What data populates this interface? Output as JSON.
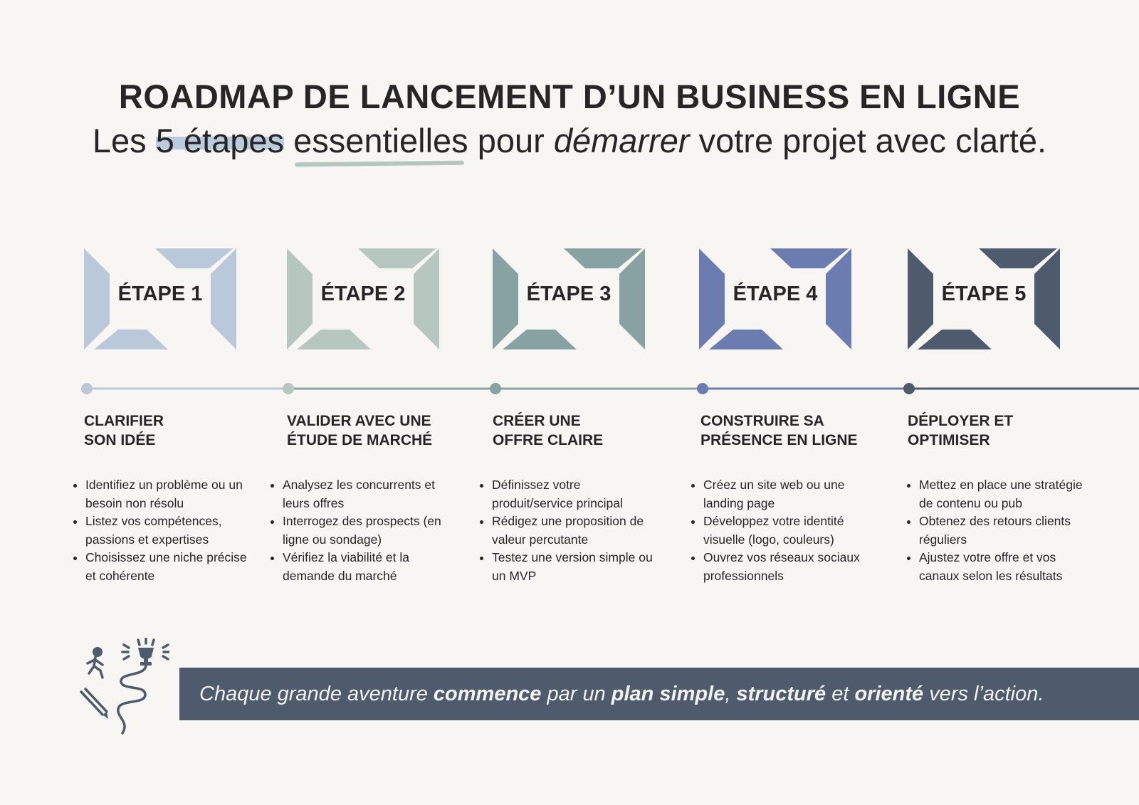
{
  "header": {
    "title": "ROADMAP DE LANCEMENT D’UN BUSINESS EN LIGNE",
    "subtitle_parts": [
      "Les ",
      "5 étapes",
      " ",
      "essentielles",
      " pour ",
      "démarrer",
      " votre projet avec clarté."
    ]
  },
  "colors": {
    "step1": "#b9c9d9",
    "step2": "#b5c7bf",
    "step3": "#88a2a2",
    "step4": "#6b7db0",
    "step5": "#4e5b6d",
    "banner": "#4d5b6d",
    "background": "#f7f6f2"
  },
  "steps": [
    {
      "badge": "ÉTAPE 1",
      "title": "CLARIFIER\nSON IDÉE",
      "bullets": [
        "Identifiez un problème ou un besoin non résolu",
        "Listez vos compétences, passions et expertises",
        "Choisissez une niche précise et cohérente"
      ]
    },
    {
      "badge": "ÉTAPE 2",
      "title": "VALIDER AVEC UNE\nÉTUDE DE MARCHÉ",
      "bullets": [
        "Analysez les concurrents et leurs offres",
        "Interrogez des prospects (en ligne ou sondage)",
        "Vérifiez la viabilité et la demande du marché"
      ]
    },
    {
      "badge": "ÉTAPE 3",
      "title": "CRÉER UNE\nOFFRE CLAIRE",
      "bullets": [
        "Définissez votre produit/service principal",
        "Rédigez une proposition de valeur percutante",
        "Testez une version simple ou un MVP"
      ]
    },
    {
      "badge": "ÉTAPE 4",
      "title": "CONSTRUIRE SA\nPRÉSENCE EN LIGNE",
      "bullets": [
        "Créez un site web ou une landing page",
        "Développez votre identité visuelle (logo, couleurs)",
        "Ouvrez vos réseaux sociaux professionnels"
      ]
    },
    {
      "badge": "ÉTAPE 5",
      "title": "DÉPLOYER ET\nOPTIMISER",
      "bullets": [
        "Mettez en place une stratégie de contenu ou pub",
        "Obtenez des retours clients réguliers",
        "Ajustez votre offre et vos canaux selon les résultats"
      ]
    }
  ],
  "banner": {
    "parts": [
      {
        "text": "Chaque grande aventure ",
        "bold": false
      },
      {
        "text": "commence",
        "bold": true
      },
      {
        "text": " par un ",
        "bold": false
      },
      {
        "text": "plan simple",
        "bold": true
      },
      {
        "text": ", ",
        "bold": false
      },
      {
        "text": "structuré",
        "bold": true
      },
      {
        "text": " et ",
        "bold": false
      },
      {
        "text": "orienté",
        "bold": true
      },
      {
        "text": " vers l’action.",
        "bold": false
      }
    ]
  },
  "illustration": {
    "icon": "runner-trophy-path-icon"
  }
}
